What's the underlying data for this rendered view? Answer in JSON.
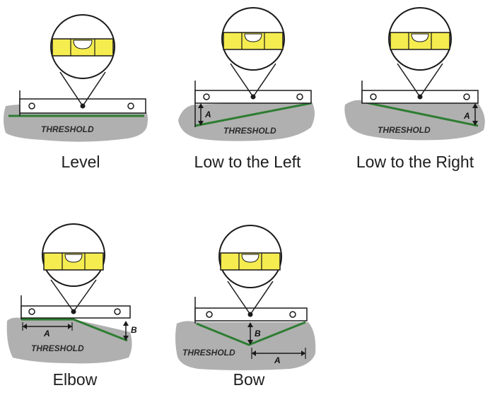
{
  "panels": [
    {
      "key": "level",
      "caption": "Level",
      "surface_label": "THRESHOLD",
      "dimensions": []
    },
    {
      "key": "low_left",
      "caption": "Low to the Left",
      "surface_label": "THRESHOLD",
      "dimensions": [
        "A"
      ]
    },
    {
      "key": "low_right",
      "caption": "Low to the Right",
      "surface_label": "THRESHOLD",
      "dimensions": [
        "A"
      ]
    },
    {
      "key": "elbow",
      "caption": "Elbow",
      "surface_label": "THRESHOLD",
      "dimensions": [
        "A",
        "B"
      ]
    },
    {
      "key": "bow",
      "caption": "Bow",
      "surface_label": "THRESHOLD",
      "dimensions": [
        "B",
        "A"
      ]
    }
  ],
  "colors": {
    "vial": "#f5ec4f",
    "bubble": "#ffffff",
    "threshold_fill": "#b0b0b0",
    "threshold_line": "#2e7d32",
    "outline": "#1a1a1a"
  }
}
